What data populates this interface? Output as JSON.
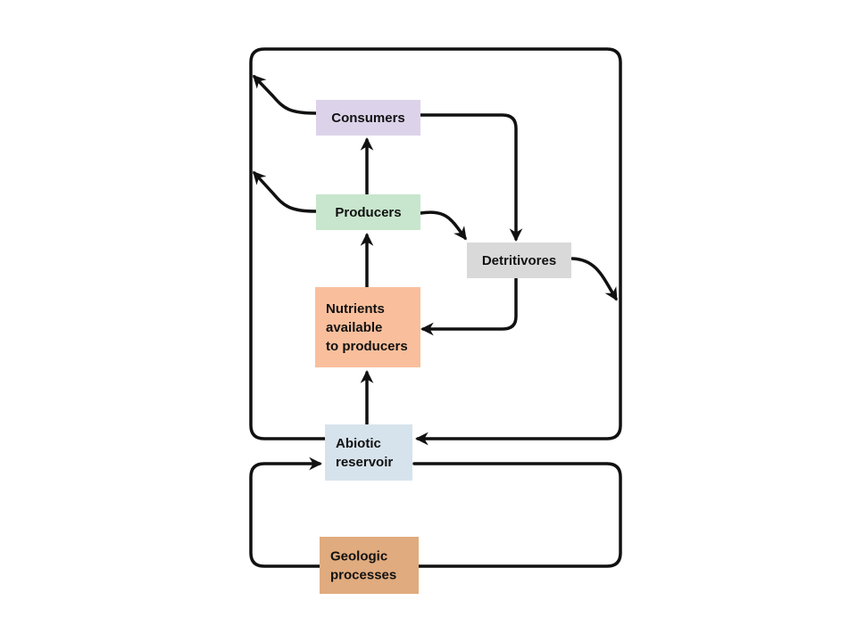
{
  "nodes": {
    "consumers": {
      "lines": [
        "Consumers"
      ],
      "color": "#dcd3ea"
    },
    "producers": {
      "lines": [
        "Producers"
      ],
      "color": "#c8e6cd"
    },
    "detritivores": {
      "lines": [
        "Detritivores"
      ],
      "color": "#d9d9d9"
    },
    "nutrients": {
      "lines": [
        "Nutrients",
        "available",
        "to producers"
      ],
      "color": "#f9bf9c"
    },
    "abiotic": {
      "lines": [
        "Abiotic",
        "reservoir"
      ],
      "color": "#d7e3ec"
    },
    "geologic": {
      "lines": [
        "Geologic",
        "processes"
      ],
      "color": "#e0ab7e"
    }
  },
  "colors": {
    "stroke": "#111111",
    "background": "#ffffff"
  }
}
